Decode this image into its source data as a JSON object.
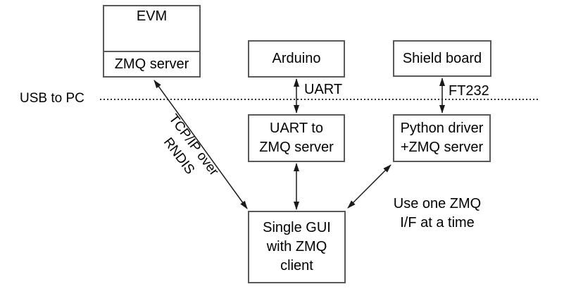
{
  "diagram": {
    "nodes": {
      "evm": {
        "title": "EVM",
        "sub": "ZMQ server"
      },
      "arduino": {
        "label": "Arduino"
      },
      "shield": {
        "label": "Shield board"
      },
      "uart_zmq": {
        "label": "UART to\nZMQ server"
      },
      "python_driver": {
        "label": "Python driver\n+ZMQ server"
      },
      "gui": {
        "label": "Single GUI\nwith ZMQ\nclient"
      }
    },
    "edge_labels": {
      "usb_boundary": "USB to PC",
      "uart": "UART",
      "ft232": "FT232",
      "tcpip_rndis": "TCP/IP over\nRNDIS",
      "note": "Use one ZMQ\nI/F at a time"
    },
    "colors": {
      "background": "#ffffff",
      "box_border": "#595959",
      "line": "#1a1a1a",
      "text": "#000000"
    }
  }
}
